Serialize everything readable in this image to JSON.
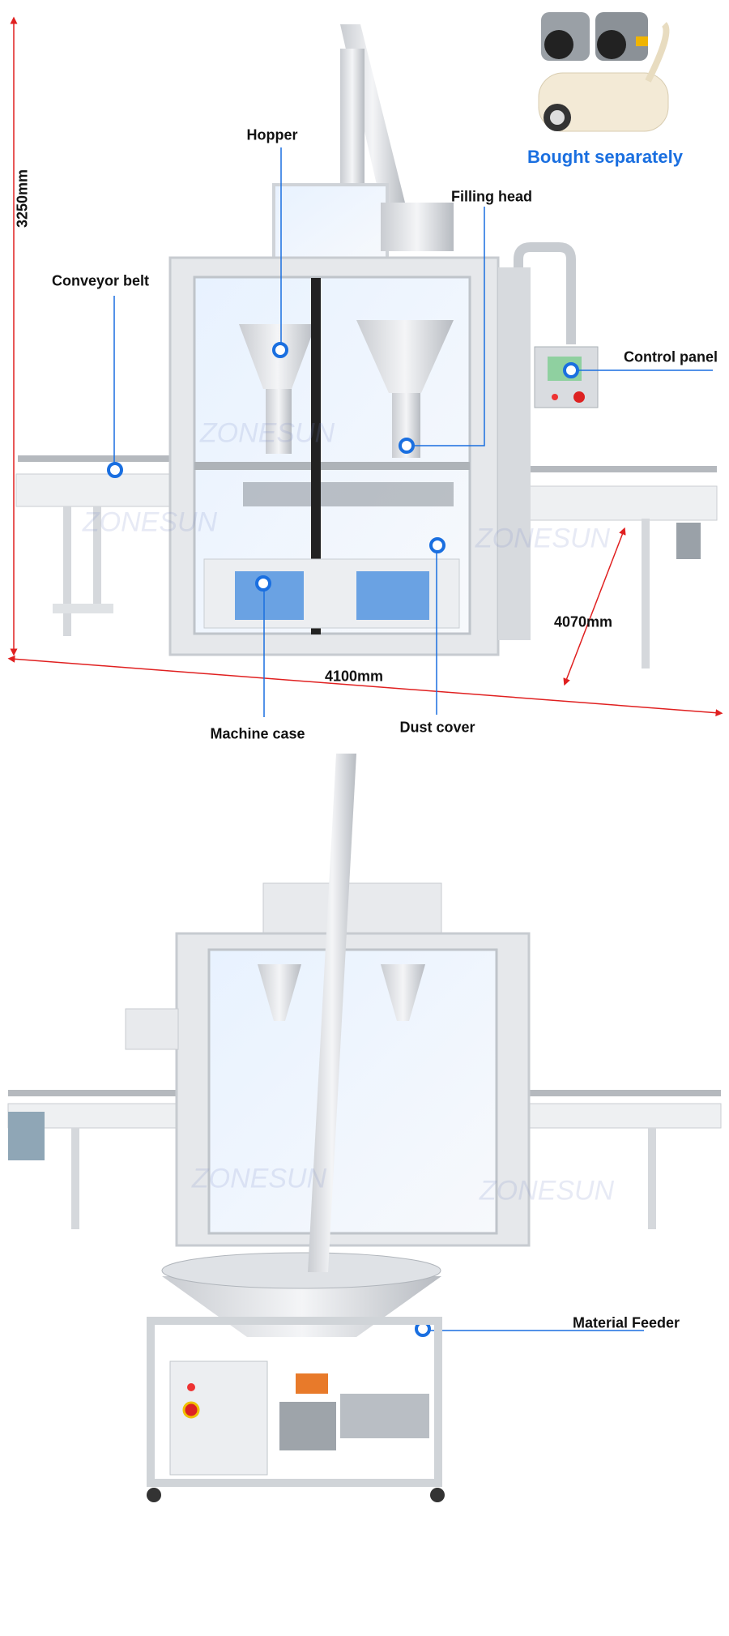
{
  "labels": {
    "hopper": "Hopper",
    "filling_head": "Filling head",
    "conveyor_belt": "Conveyor belt",
    "control_panel": "Control panel",
    "machine_case": "Machine case",
    "dust_cover": "Dust cover",
    "material_feeder": "Material Feeder",
    "bought_separately": "Bought separately"
  },
  "dimensions": {
    "height": "3250mm",
    "width": "4100mm",
    "depth": "4070mm"
  },
  "watermark": "ZONESUN",
  "colors": {
    "callout": "#1a6fe0",
    "dimension": "#e02020",
    "frame": "#e6e8eb"
  }
}
